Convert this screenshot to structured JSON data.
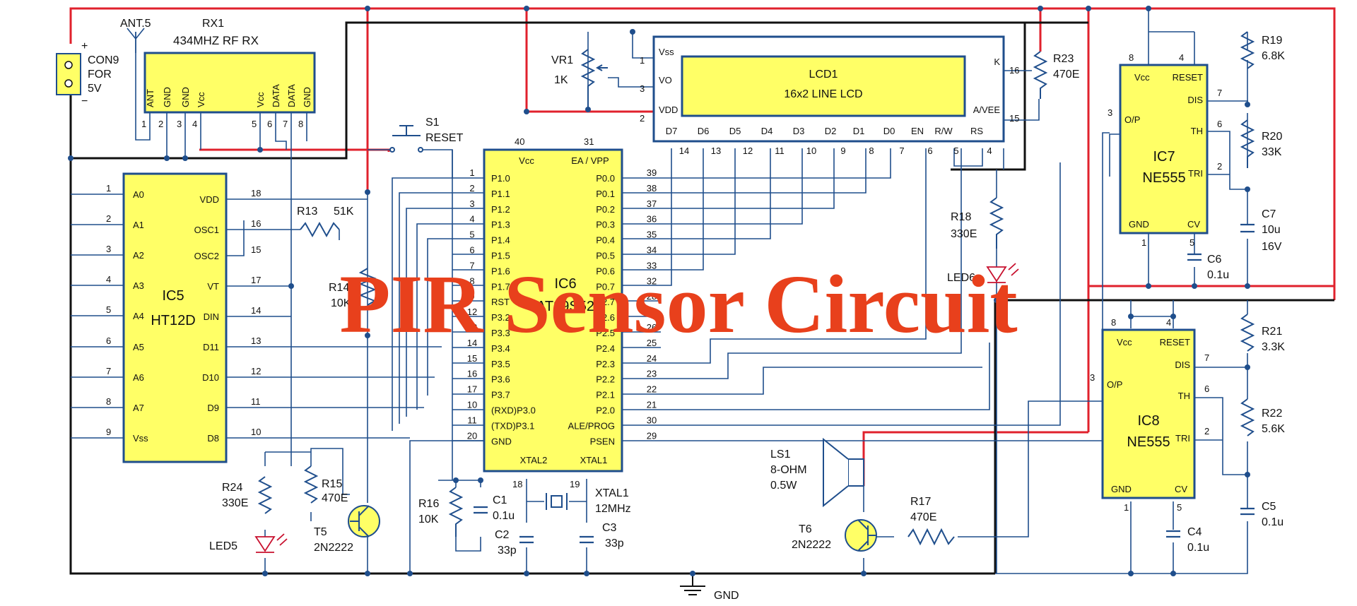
{
  "title": "PIR Sensor Circuit",
  "colors": {
    "background": "#ffffff",
    "chip_fill": "#ffff66",
    "chip_border": "#1f4e8c",
    "wire_blue": "#1f4e8c",
    "wire_red": "#e0212c",
    "wire_black": "#111111",
    "title_color": "#e8401c"
  },
  "connector": {
    "name": "CON9",
    "for_label": "FOR",
    "voltage": "5V",
    "plus": "+",
    "minus": "−"
  },
  "antenna": {
    "label": "ANT.5"
  },
  "rx": {
    "ref": "RX1",
    "name": "434MHZ RF RX",
    "pins": [
      "ANT",
      "GND",
      "GND",
      "Vcc",
      "Vcc",
      "DATA",
      "DATA",
      "GND"
    ],
    "pin_numbers": [
      "1",
      "2",
      "3",
      "4",
      "5",
      "6",
      "7",
      "8"
    ]
  },
  "ic5": {
    "ref": "IC5",
    "part": "HT12D",
    "left_pins": [
      {
        "name": "A0",
        "num": "1"
      },
      {
        "name": "A1",
        "num": "2"
      },
      {
        "name": "A2",
        "num": "3"
      },
      {
        "name": "A3",
        "num": "4"
      },
      {
        "name": "A4",
        "num": "5"
      },
      {
        "name": "A5",
        "num": "6"
      },
      {
        "name": "A6",
        "num": "7"
      },
      {
        "name": "A7",
        "num": "8"
      },
      {
        "name": "Vss",
        "num": "9"
      }
    ],
    "right_pins": [
      {
        "name": "VDD",
        "num": "18"
      },
      {
        "name": "OSC1",
        "num": "16"
      },
      {
        "name": "OSC2",
        "num": "15"
      },
      {
        "name": "VT",
        "num": "17"
      },
      {
        "name": "DIN",
        "num": "14"
      },
      {
        "name": "D11",
        "num": "13"
      },
      {
        "name": "D10",
        "num": "12"
      },
      {
        "name": "D9",
        "num": "11"
      },
      {
        "name": "D8",
        "num": "10"
      }
    ]
  },
  "ic6": {
    "ref": "IC6",
    "part": "AT89S52",
    "top_pins": [
      {
        "name": "Vcc",
        "num": "40"
      },
      {
        "name": "EA / VPP",
        "num": "31"
      }
    ],
    "left_pins": [
      {
        "name": "P1.0",
        "num": "1"
      },
      {
        "name": "P1.1",
        "num": "2"
      },
      {
        "name": "P1.2",
        "num": "3"
      },
      {
        "name": "P1.3",
        "num": "4"
      },
      {
        "name": "P1.4",
        "num": "5"
      },
      {
        "name": "P1.5",
        "num": "6"
      },
      {
        "name": "P1.6",
        "num": "7"
      },
      {
        "name": "P1.7",
        "num": "8"
      },
      {
        "name": "RST",
        "num": "9"
      },
      {
        "name": "P3.2",
        "num": "12"
      },
      {
        "name": "P3.3",
        "num": "13"
      },
      {
        "name": "P3.4",
        "num": "14"
      },
      {
        "name": "P3.5",
        "num": "15"
      },
      {
        "name": "P3.6",
        "num": "16"
      },
      {
        "name": "P3.7",
        "num": "17"
      },
      {
        "name": "(RXD)P3.0",
        "num": "10"
      },
      {
        "name": "(TXD)P3.1",
        "num": "11"
      },
      {
        "name": "GND",
        "num": "20"
      }
    ],
    "right_pins": [
      {
        "name": "P0.0",
        "num": "39"
      },
      {
        "name": "P0.1",
        "num": "38"
      },
      {
        "name": "P0.2",
        "num": "37"
      },
      {
        "name": "P0.3",
        "num": "36"
      },
      {
        "name": "P0.4",
        "num": "35"
      },
      {
        "name": "P0.5",
        "num": "34"
      },
      {
        "name": "P0.6",
        "num": "33"
      },
      {
        "name": "P0.7",
        "num": "32"
      },
      {
        "name": "P2.7",
        "num": "28"
      },
      {
        "name": "P2.6",
        "num": "27"
      },
      {
        "name": "P2.5",
        "num": "26"
      },
      {
        "name": "P2.4",
        "num": "25"
      },
      {
        "name": "P2.3",
        "num": "24"
      },
      {
        "name": "P2.2",
        "num": "23"
      },
      {
        "name": "P2.1",
        "num": "22"
      },
      {
        "name": "P2.0",
        "num": "21"
      },
      {
        "name": "ALE/PROG",
        "num": "30"
      },
      {
        "name": "PSEN",
        "num": "29"
      }
    ],
    "bottom_pins": [
      {
        "name": "XTAL2",
        "num": "18"
      },
      {
        "name": "XTAL1",
        "num": "19"
      }
    ]
  },
  "lcd": {
    "ref": "LCD1",
    "name": "16x2 LINE LCD",
    "left_pins": [
      {
        "name": "Vss",
        "num": "1"
      },
      {
        "name": "VO",
        "num": "3"
      },
      {
        "name": "VDD",
        "num": "2"
      }
    ],
    "right_pins": [
      {
        "name": "K",
        "num": "16"
      },
      {
        "name": "A/VEE",
        "num": "15"
      }
    ],
    "bottom_pins": [
      {
        "name": "D7",
        "num": "14"
      },
      {
        "name": "D6",
        "num": "13"
      },
      {
        "name": "D5",
        "num": "12"
      },
      {
        "name": "D4",
        "num": "11"
      },
      {
        "name": "D3",
        "num": "10"
      },
      {
        "name": "D2",
        "num": "9"
      },
      {
        "name": "D1",
        "num": "8"
      },
      {
        "name": "D0",
        "num": "7"
      },
      {
        "name": "EN",
        "num": "6"
      },
      {
        "name": "R/W",
        "num": "5"
      },
      {
        "name": "RS",
        "num": "4"
      }
    ]
  },
  "ic7": {
    "ref": "IC7",
    "part": "NE555",
    "top_pins": [
      {
        "name": "Vcc",
        "num": "8"
      },
      {
        "name": "RESET",
        "num": "4"
      }
    ],
    "left_pins": [
      {
        "name": "O/P",
        "num": "3"
      }
    ],
    "right_pins": [
      {
        "name": "DIS",
        "num": "7"
      },
      {
        "name": "TH",
        "num": "6"
      },
      {
        "name": "TRI",
        "num": "2"
      }
    ],
    "bottom_pins": [
      {
        "name": "GND",
        "num": "1"
      },
      {
        "name": "CV",
        "num": "5"
      }
    ]
  },
  "ic8": {
    "ref": "IC8",
    "part": "NE555",
    "top_pins": [
      {
        "name": "Vcc",
        "num": "8"
      },
      {
        "name": "RESET",
        "num": "4"
      }
    ],
    "left_pins": [
      {
        "name": "O/P",
        "num": "3"
      }
    ],
    "right_pins": [
      {
        "name": "DIS",
        "num": "7"
      },
      {
        "name": "TH",
        "num": "6"
      },
      {
        "name": "TRI",
        "num": "2"
      }
    ],
    "bottom_pins": [
      {
        "name": "GND",
        "num": "1"
      },
      {
        "name": "CV",
        "num": "5"
      }
    ]
  },
  "components": {
    "vr1": {
      "ref": "VR1",
      "value": "1K"
    },
    "s1": {
      "ref": "S1",
      "value": "RESET"
    },
    "r13": {
      "ref": "R13",
      "value": "51K"
    },
    "r14": {
      "ref": "R14",
      "value": "10K"
    },
    "r15": {
      "ref": "R15",
      "value": "470E"
    },
    "r16": {
      "ref": "R16",
      "value": "10K"
    },
    "r17": {
      "ref": "R17",
      "value": "470E"
    },
    "r18": {
      "ref": "R18",
      "value": "330E"
    },
    "r19": {
      "ref": "R19",
      "value": "6.8K"
    },
    "r20": {
      "ref": "R20",
      "value": "33K"
    },
    "r21": {
      "ref": "R21",
      "value": "3.3K"
    },
    "r22": {
      "ref": "R22",
      "value": "5.6K"
    },
    "r23": {
      "ref": "R23",
      "value": "470E"
    },
    "r24": {
      "ref": "R24",
      "value": "330E"
    },
    "c1": {
      "ref": "C1",
      "value": "0.1u"
    },
    "c2": {
      "ref": "C2",
      "value": "33p"
    },
    "c3": {
      "ref": "C3",
      "value": "33p"
    },
    "c4": {
      "ref": "C4",
      "value": "0.1u"
    },
    "c5": {
      "ref": "C5",
      "value": "0.1u"
    },
    "c6": {
      "ref": "C6",
      "value": "0.1u"
    },
    "c7": {
      "ref": "C7",
      "value": "10u",
      "voltage": "16V"
    },
    "xtal1": {
      "ref": "XTAL1",
      "value": "12MHz"
    },
    "t5": {
      "ref": "T5",
      "value": "2N2222"
    },
    "t6": {
      "ref": "T6",
      "value": "2N2222"
    },
    "led5": {
      "ref": "LED5"
    },
    "led6": {
      "ref": "LED6"
    },
    "ls1": {
      "ref": "LS1",
      "value": "8-OHM",
      "power": "0.5W"
    },
    "gnd": {
      "label": "GND"
    }
  }
}
